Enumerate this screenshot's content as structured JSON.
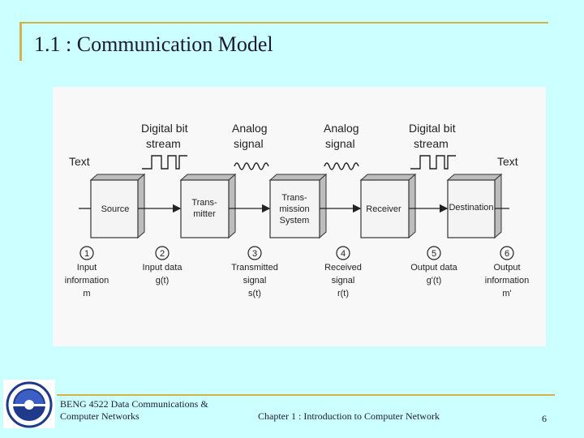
{
  "slide": {
    "title": "1.1 : Communication Model",
    "footer_left_line1": "BENG 4522 Data Communications &",
    "footer_left_line2": "Computer Networks",
    "footer_center": "Chapter 1 : Introduction to Computer Network",
    "page_number": "6"
  },
  "diagram": {
    "top_labels": {
      "text_left": "Text",
      "text_right": "Text",
      "digital_left_1": "Digital bit",
      "digital_left_2": "stream",
      "analog_left_1": "Analog",
      "analog_left_2": "signal",
      "analog_right_1": "Analog",
      "analog_right_2": "signal",
      "digital_right_1": "Digital bit",
      "digital_right_2": "stream"
    },
    "blocks": [
      {
        "lines": [
          "Source"
        ]
      },
      {
        "lines": [
          "Trans-",
          "mitter"
        ]
      },
      {
        "lines": [
          "Trans-",
          "mission",
          "System"
        ]
      },
      {
        "lines": [
          "Receiver"
        ]
      },
      {
        "lines": [
          "Destination"
        ]
      }
    ],
    "points": [
      {
        "num": "1",
        "lines": [
          "Input",
          "information",
          "m"
        ]
      },
      {
        "num": "2",
        "lines": [
          "Input data",
          "g(t)"
        ]
      },
      {
        "num": "3",
        "lines": [
          "Transmitted",
          "signal",
          "s(t)"
        ]
      },
      {
        "num": "4",
        "lines": [
          "Received",
          "signal",
          "r(t)"
        ]
      },
      {
        "num": "5",
        "lines": [
          "Output data",
          "g'(t)"
        ]
      },
      {
        "num": "6",
        "lines": [
          "Output",
          "information",
          "m'"
        ]
      }
    ]
  }
}
